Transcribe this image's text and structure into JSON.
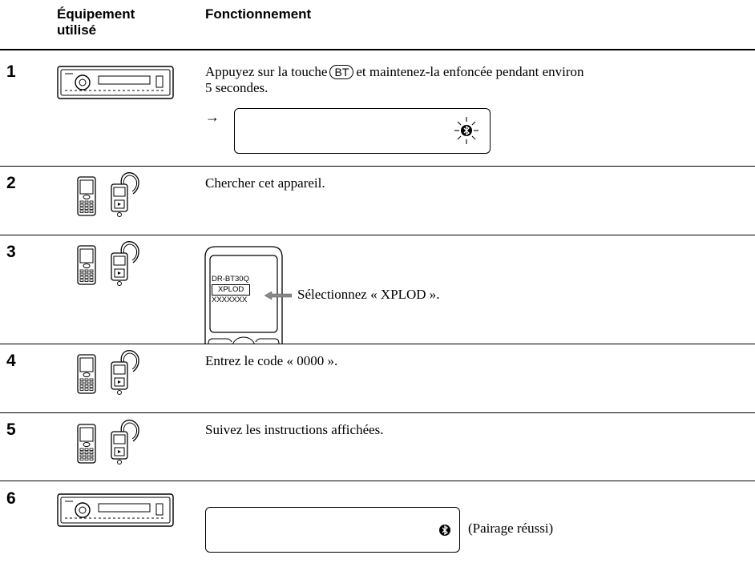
{
  "header": {
    "col1_line1": "Équipement",
    "col1_line2": "utilisé",
    "col2": "Fonctionnement"
  },
  "steps": [
    {
      "num": "1",
      "text_a": "Appuyez sur la touche",
      "key": "BT",
      "text_b": "et maintenez-la enfoncée pendant environ",
      "text_c": "5 secondes.",
      "arrow": "→"
    },
    {
      "num": "2",
      "text": "Chercher cet appareil."
    },
    {
      "num": "3",
      "screen_lines": [
        "DR-BT30Q",
        "XPLOD",
        "XXXXXXX"
      ],
      "text": "Sélectionnez « XPLOD »."
    },
    {
      "num": "4",
      "text": "Entrez le code « 0000 »."
    },
    {
      "num": "5",
      "text": "Suivez les instructions affichées."
    },
    {
      "num": "6",
      "text": "(Pairage réussi)"
    }
  ],
  "icons": {
    "car_stereo": "car-stereo-icon",
    "phone": "mobile-phone-icon",
    "player": "music-player-headphones-icon",
    "bluetooth": "bluetooth-icon",
    "bluetooth_flashing": "bluetooth-flashing-icon"
  }
}
